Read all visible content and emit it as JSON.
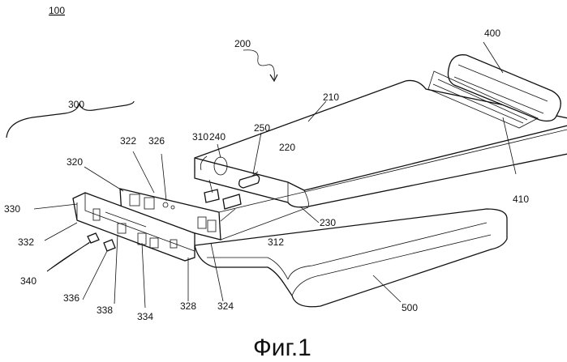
{
  "labels": {
    "assembly": "100",
    "protection_module": "300",
    "bare_cell": "200",
    "cell_body": "210",
    "terminal": "220",
    "seam": "230",
    "vent": "240",
    "electrode_tab": "250",
    "insulator": "310",
    "tab_lead": "312",
    "pcb": "320",
    "pcb_top": "322",
    "pcb_bottom": "324",
    "pcb_hole": "326",
    "pcb_edge": "328",
    "holder": "330",
    "holder_end": "332",
    "holder_face": "334",
    "clip_left": "336",
    "slot": "338",
    "clip_right": "340",
    "top_cap": "400",
    "cap_label": "410",
    "outer_case": "500"
  },
  "caption": "Фиг.1"
}
